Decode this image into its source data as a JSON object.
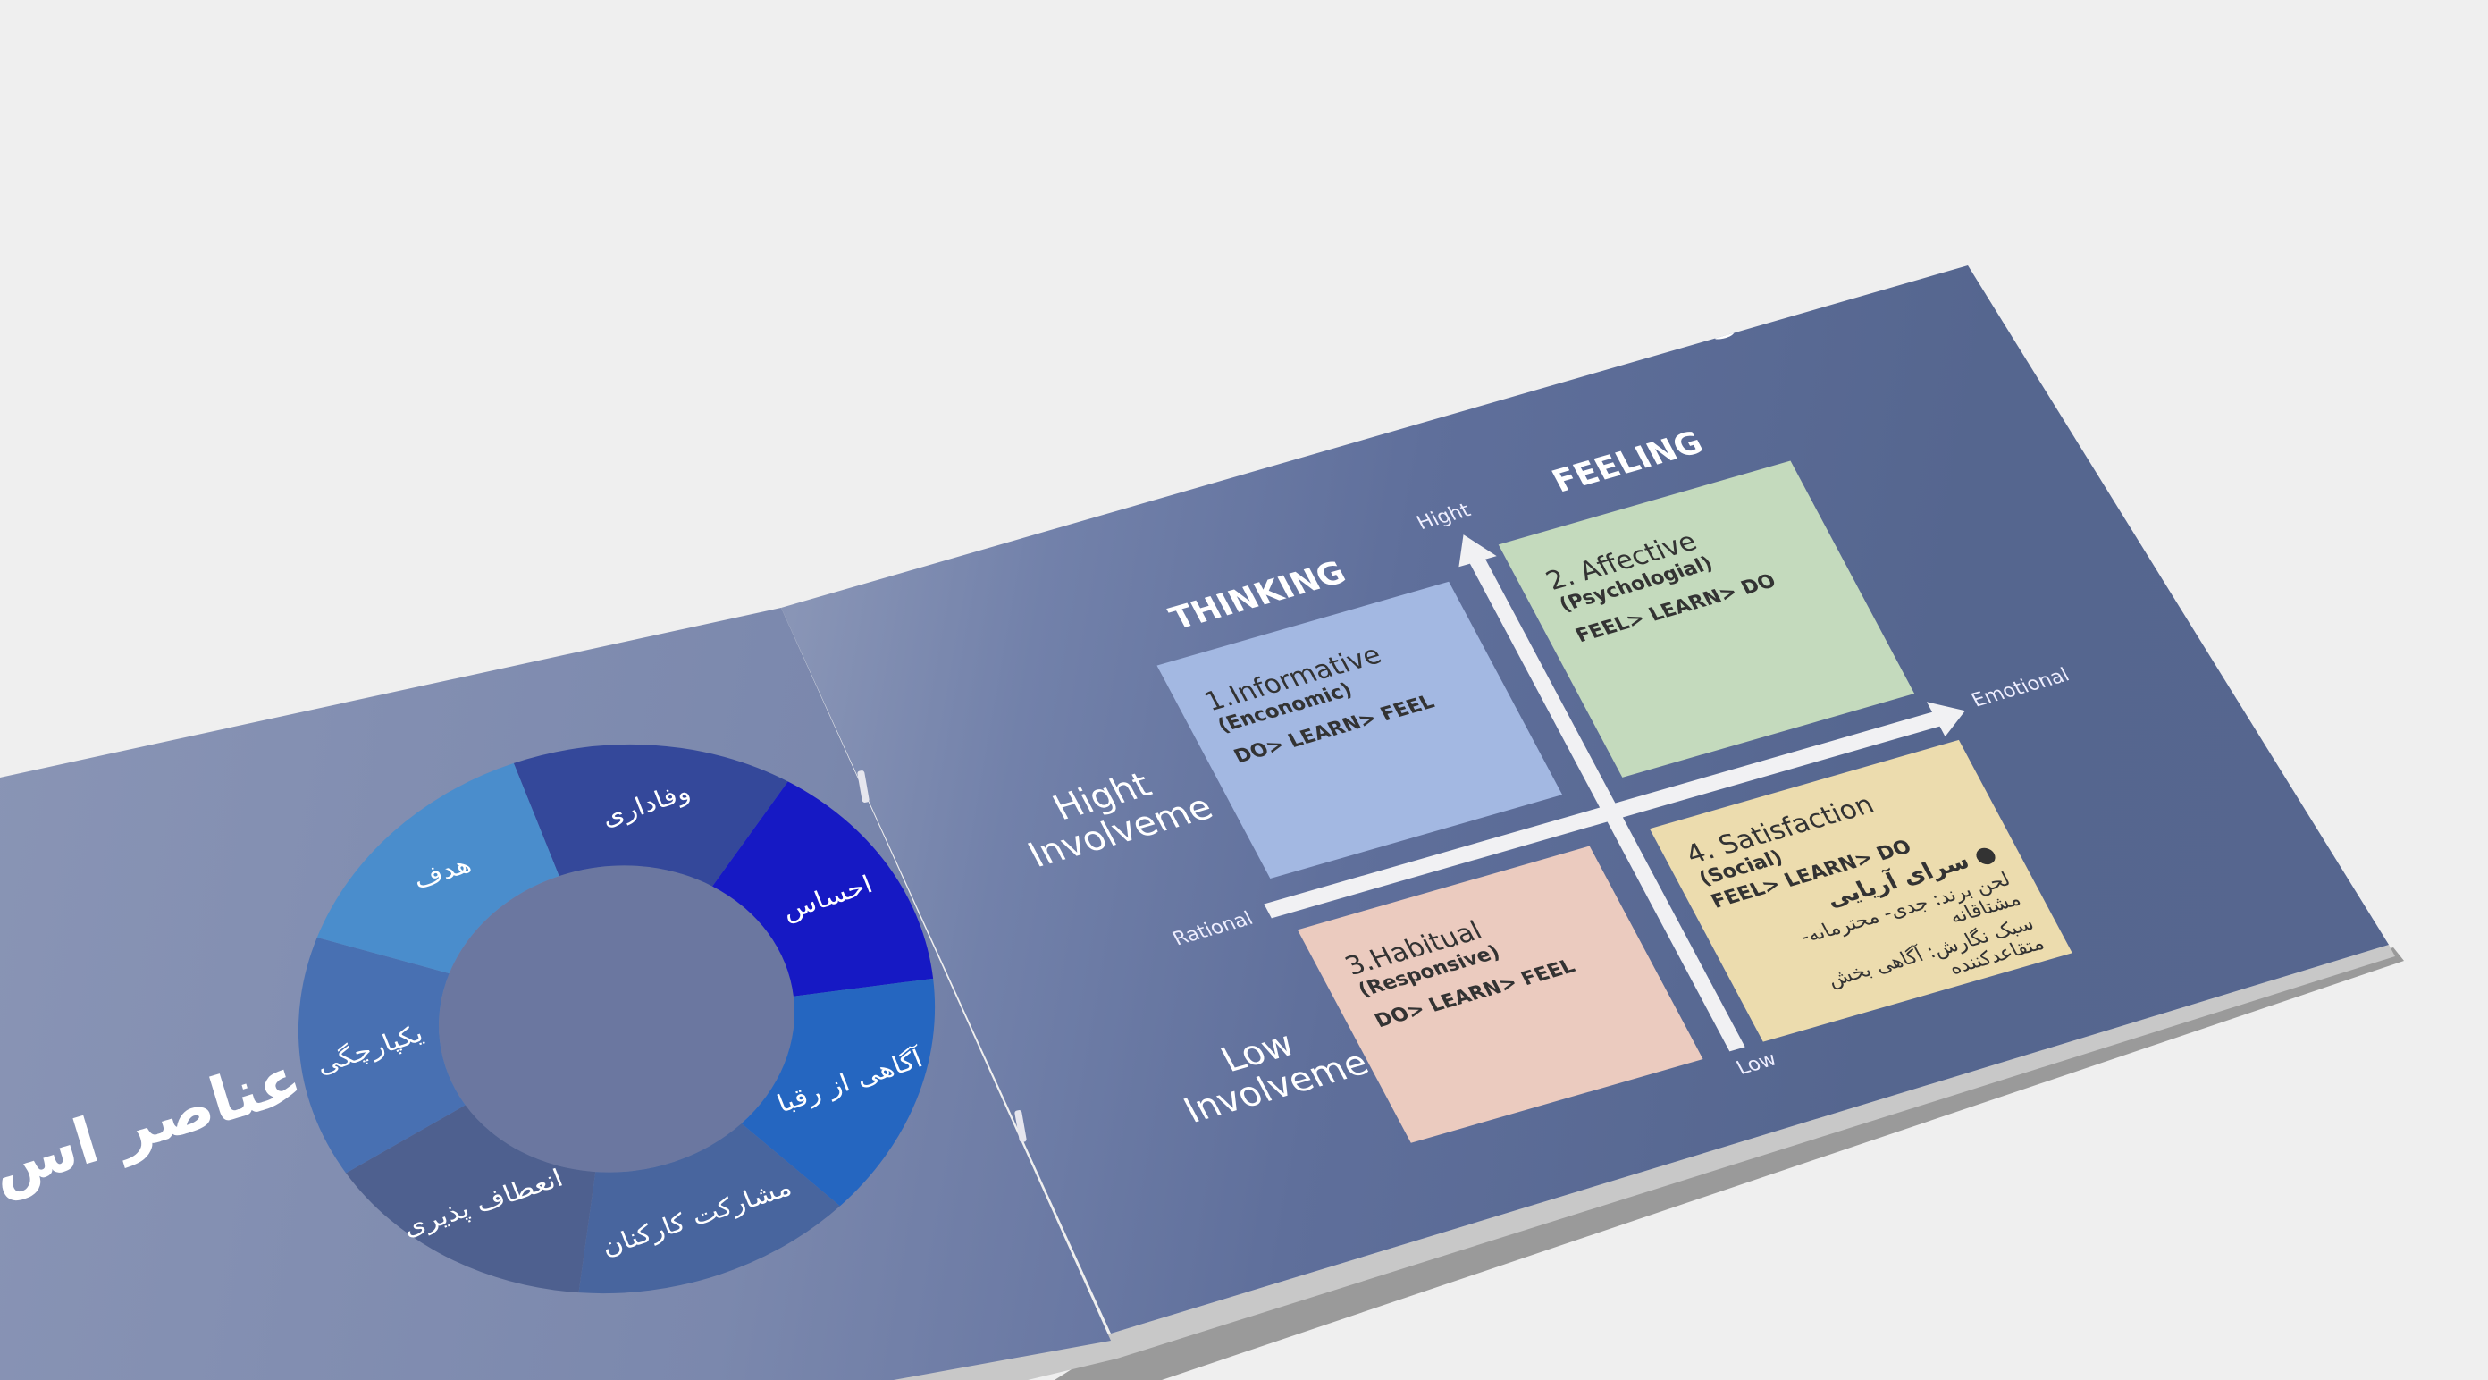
{
  "left_page": {
    "title": "عناصر اس",
    "wheel": [
      {
        "label": "وفاداری",
        "color": "#34489a"
      },
      {
        "label": "احساس",
        "color": "#1619c4"
      },
      {
        "label": "آگاهی از رقبا",
        "color": "#2566c0"
      },
      {
        "label": "مشارکت کارکنان",
        "color": "#48659e"
      },
      {
        "label": "انعطاف پذیری",
        "color": "#4e608f"
      },
      {
        "label": "یکپارچگی",
        "color": "#4870b2"
      },
      {
        "label": "هدف",
        "color": "#4a8dcc"
      }
    ]
  },
  "right_page": {
    "title": "FCB Gride- Product Categorization",
    "thinking": "THINKING",
    "feeling": "FEELING",
    "axis": {
      "top": "Hight",
      "bottom": "Low",
      "left": "Rational",
      "right": "Emotional"
    },
    "involvement_high": [
      "Hight",
      "Involveme"
    ],
    "involvement_low": [
      "Low",
      "Involveme"
    ],
    "quadrants": [
      {
        "title": "1.Informative",
        "sub": "(Enconomic)",
        "flow": "DO> LEARN> FEEL",
        "color": "#a3b8e2"
      },
      {
        "title": "2. Affective",
        "sub": "(Psychologial)",
        "flow": "FEEL> LEARN> DO",
        "color": "#c4dabd"
      },
      {
        "title": "3.Habitual",
        "sub": "(Responsive)",
        "flow": "DO> LEARN> FEEL",
        "color": "#ebcbbf"
      },
      {
        "title": "4. Satisfaction",
        "sub": "(Social)",
        "flow": "FEEL> LEARN> DO",
        "color": "#ecdcae",
        "brand": "● سرای آریایی",
        "tone": "لحن برند: جدی- محترمانه- مشتاقانه",
        "style": "سبک نگارش: آگاهی بخش متقاعدکننده"
      }
    ]
  }
}
